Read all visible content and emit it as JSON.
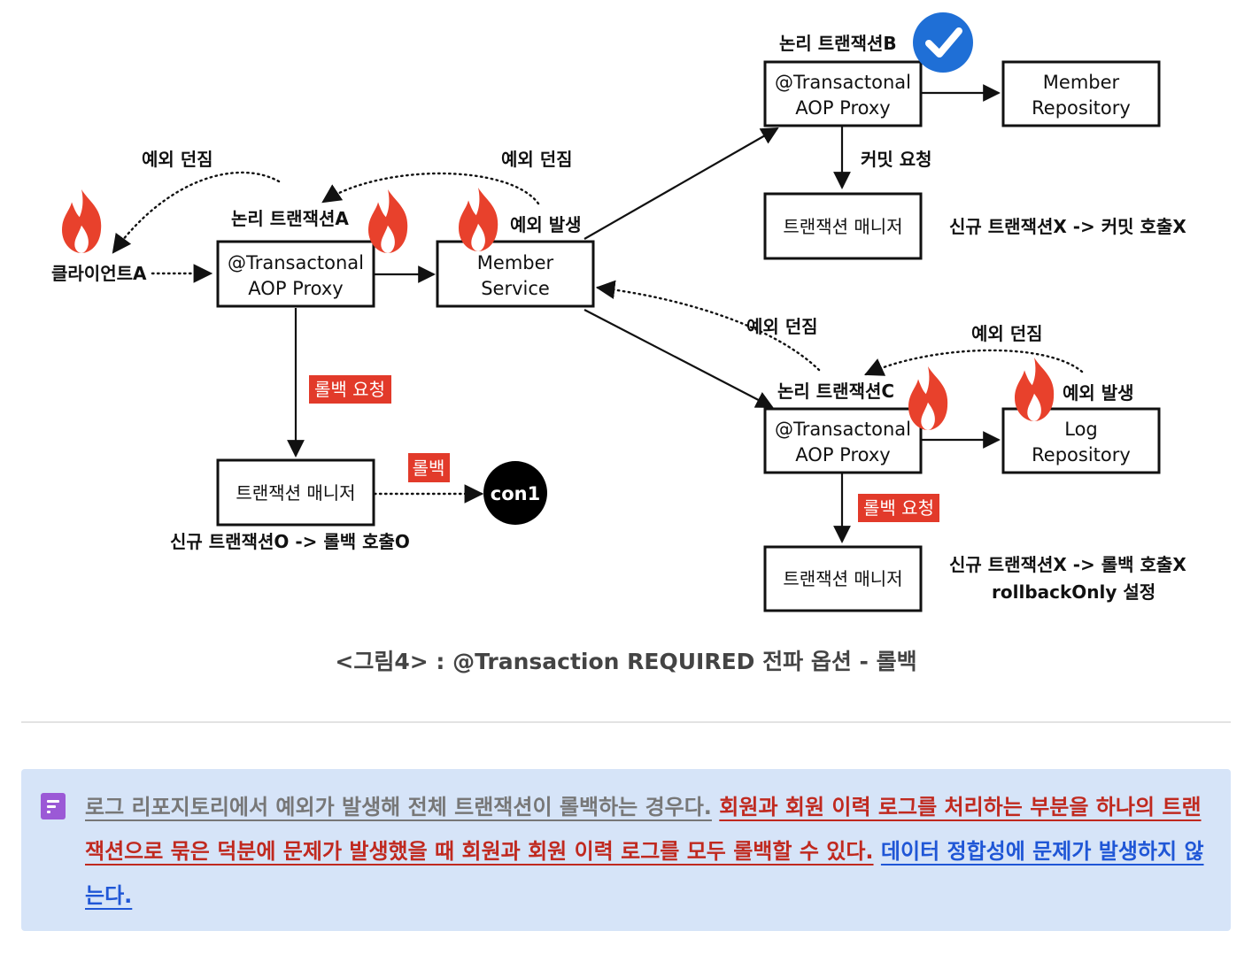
{
  "diagram": {
    "boxes": {
      "aop_a": [
        "@Transactonal",
        "AOP Proxy"
      ],
      "member_service": [
        "Member",
        "Service"
      ],
      "tm_a": [
        "트랜잭션 매니저"
      ],
      "aop_b": [
        "@Transactonal",
        "AOP Proxy"
      ],
      "member_repo": [
        "Member",
        "Repository"
      ],
      "tm_b": [
        "트랜잭션 매니저"
      ],
      "aop_c": [
        "@Transactonal",
        "AOP Proxy"
      ],
      "log_repo": [
        "Log",
        "Repository"
      ],
      "tm_c": [
        "트랜잭션 매니저"
      ],
      "con1": "con1"
    },
    "labels": {
      "client": "클라이언트A",
      "tx_a": "논리 트랜잭션A",
      "tx_b": "논리 트랜잭션B",
      "tx_c": "논리 트랜잭션C",
      "throw_left": "예외 던짐",
      "throw_mid": "예외 던짐",
      "occur_service": "예외 발생",
      "commit_request": "커밋 요청",
      "new_tx_b": "신규 트랜잭션X -> 커밋 호출X",
      "throw_c_service": "예외 던짐",
      "throw_log": "예외 던짐",
      "occur_log": "예외 발생",
      "new_tx_a": "신규 트랜잭션O -> 롤백 호출O",
      "new_tx_c_1": "신규 트랜잭션X -> 롤백 호출X",
      "new_tx_c_2": "rollbackOnly 설정"
    },
    "red_labels": {
      "rollback_req_a": "롤백 요청",
      "rollback": "롤백",
      "rollback_req_c": "롤백 요청"
    },
    "colors": {
      "fire": "#e8412c",
      "check": "#1f6fd6",
      "red_label": "#e23a2a"
    }
  },
  "caption": "<그림4> : @Transaction REQUIRED 전파 옵션 - 롤백",
  "note": {
    "icon": "memo-icon",
    "gray": "로그 리포지토리에서 예외가 발생해 전체 트랜잭션이 롤백하는 경우다.",
    "red": "회원과 회원 이력 로그를 처리하는 부분을 하나의 트랜잭션으로 묶은 덕분에 문제가 발생했을 때 회원과 회원 이력 로그를 모두 롤백할 수 있다.",
    "blue": "데이터 정합성에 문제가 발생하지 않는다."
  }
}
